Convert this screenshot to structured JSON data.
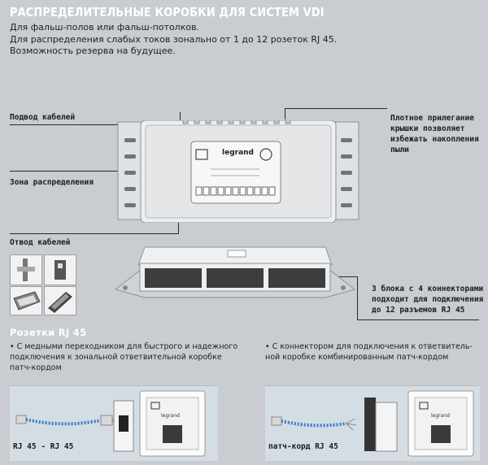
{
  "header": {
    "title": "РАСПРЕДЕЛИТЕЛЬНЫЕ КОРОБКИ ДЛЯ СИСТЕМ VDI",
    "intro": [
      "Для фальш-полов или фальш-потолков.",
      "Для распределения слабых токов зонально от 1 до 12 розеток RJ 45.",
      "Возможность резерва на будущее."
    ]
  },
  "callouts": {
    "cable_in": "Подвод кабелей",
    "distribution_zone": "Зона распределения",
    "cable_out": "Отвод кабелей",
    "tight_fit": [
      "Плотное прилегание",
      "крышки позволяет",
      "избежать накопления",
      "пыли"
    ],
    "blocks": [
      "3 блока с 4 коннекторами",
      "подходит для подключения",
      "до 12 разъемов RJ 45"
    ]
  },
  "product": {
    "brand": "legrand"
  },
  "section2": {
    "title": "Розетки RJ 45",
    "bullet_left": [
      "• С медными переходником для быстрого и надежного",
      "подключения к зональной ответвительной коробке",
      "патч-кордом"
    ],
    "bullet_right": [
      "• С коннектором для подключения к ответвитель-",
      "ной коробке комбинированным патч-кордом"
    ],
    "caption_left": "RJ 45 - RJ 45",
    "caption_right": "патч-корд RJ 45",
    "socket_brand": "legrand"
  },
  "colors": {
    "background": "#c9ccd0",
    "title_text": "#ffffff",
    "panel": "#d4dde4",
    "cable_blue": "#3a78c8"
  }
}
